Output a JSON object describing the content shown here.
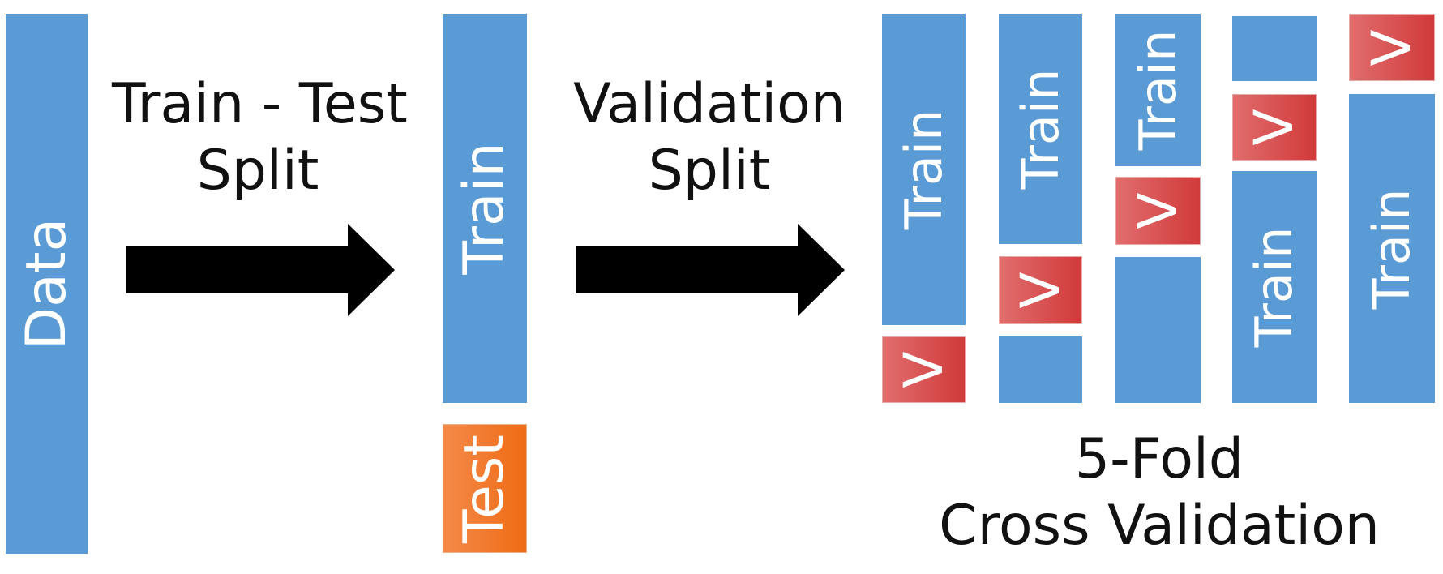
{
  "data_block": {
    "label": "Data"
  },
  "arrow1_caption": {
    "line1": "Train - Test",
    "line2": "Split"
  },
  "split_blocks": {
    "train": "Train",
    "test": "Test"
  },
  "arrow2_caption": {
    "line1": "Validation",
    "line2": "Split"
  },
  "folds": [
    {
      "train": "Train",
      "validation": "V"
    },
    {
      "train": "Train",
      "validation": "V"
    },
    {
      "train": "Train",
      "validation": "V"
    },
    {
      "train": "Train",
      "validation": "V"
    },
    {
      "train": "Train",
      "validation": "V"
    }
  ],
  "cv_caption": {
    "line1": "5-Fold",
    "line2": "Cross Validation"
  },
  "colors": {
    "train_blue": "#5b9bd5",
    "test_orange": "#ef6c14",
    "validation_red": "#d13a3a",
    "arrow_black": "#000000"
  }
}
